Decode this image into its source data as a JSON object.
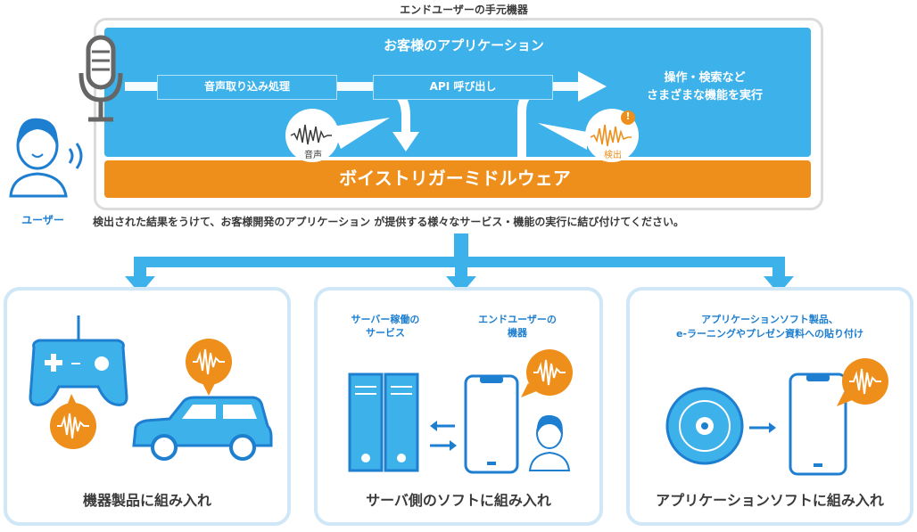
{
  "top": {
    "device_caption": "エンドユーザーの手元機器",
    "app_title": "お客様のアプリケーション",
    "voice_capture_label": "音声取り込み処理",
    "api_call_label": "API 呼び出し",
    "action_lines": [
      "操作・検索など",
      "さまざまな機能を実行"
    ],
    "audio_bubble_label": "音声",
    "detect_bubble_label": "検出",
    "middleware_label": "ボイストリガーミドルウェア",
    "user_label": "ユーザー"
  },
  "description": "検出された結果をうけて、お客様開発のアプリケーション が提供する様々なサービス・機能の実行に結び付けてください。",
  "panels": [
    {
      "caption": "機器製品に組み入れ"
    },
    {
      "server_label_lines": [
        "サーバー稼働の",
        "サービス"
      ],
      "device_label_lines": [
        "エンドユーザーの",
        "機器"
      ],
      "caption": "サーバ側のソフトに組み入れ"
    },
    {
      "header_lines": [
        "アプリケーションソフト製品、",
        "e-ラーニングやプレゼン資料への貼り付け"
      ],
      "caption": "アプリケーションソフトに組み入れ"
    }
  ],
  "colors": {
    "app_blue": "#3db1ea",
    "middleware_orange": "#ee8f1c",
    "panel_border": "#cfe7f6",
    "icon_blue": "#1e7fd0",
    "flow_arrow": "#3db1ea"
  }
}
